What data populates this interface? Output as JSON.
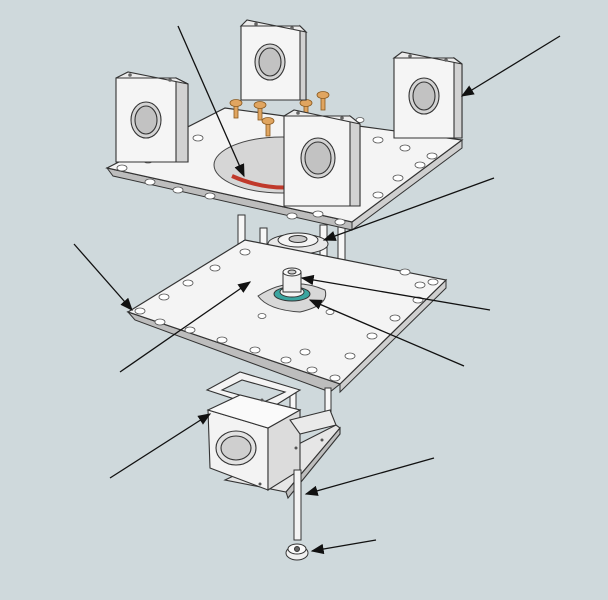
{
  "diagram": {
    "background": "#cfd9dc",
    "part_fill": "#f5f5f5",
    "part_shade": "#dcdcdc",
    "outline": "#2a2a2a",
    "bolt_color": "#e0a560",
    "bearing_red": "#c0392b",
    "bearing_teal": "#3aa5a0",
    "parts": [
      "clamp-block",
      "top-plate",
      "bolt",
      "bearing-upper",
      "middle-plate",
      "standoff-post",
      "bearing-lower",
      "motor-mount-cube",
      "shaft",
      "end-nut"
    ],
    "callouts": 11
  }
}
